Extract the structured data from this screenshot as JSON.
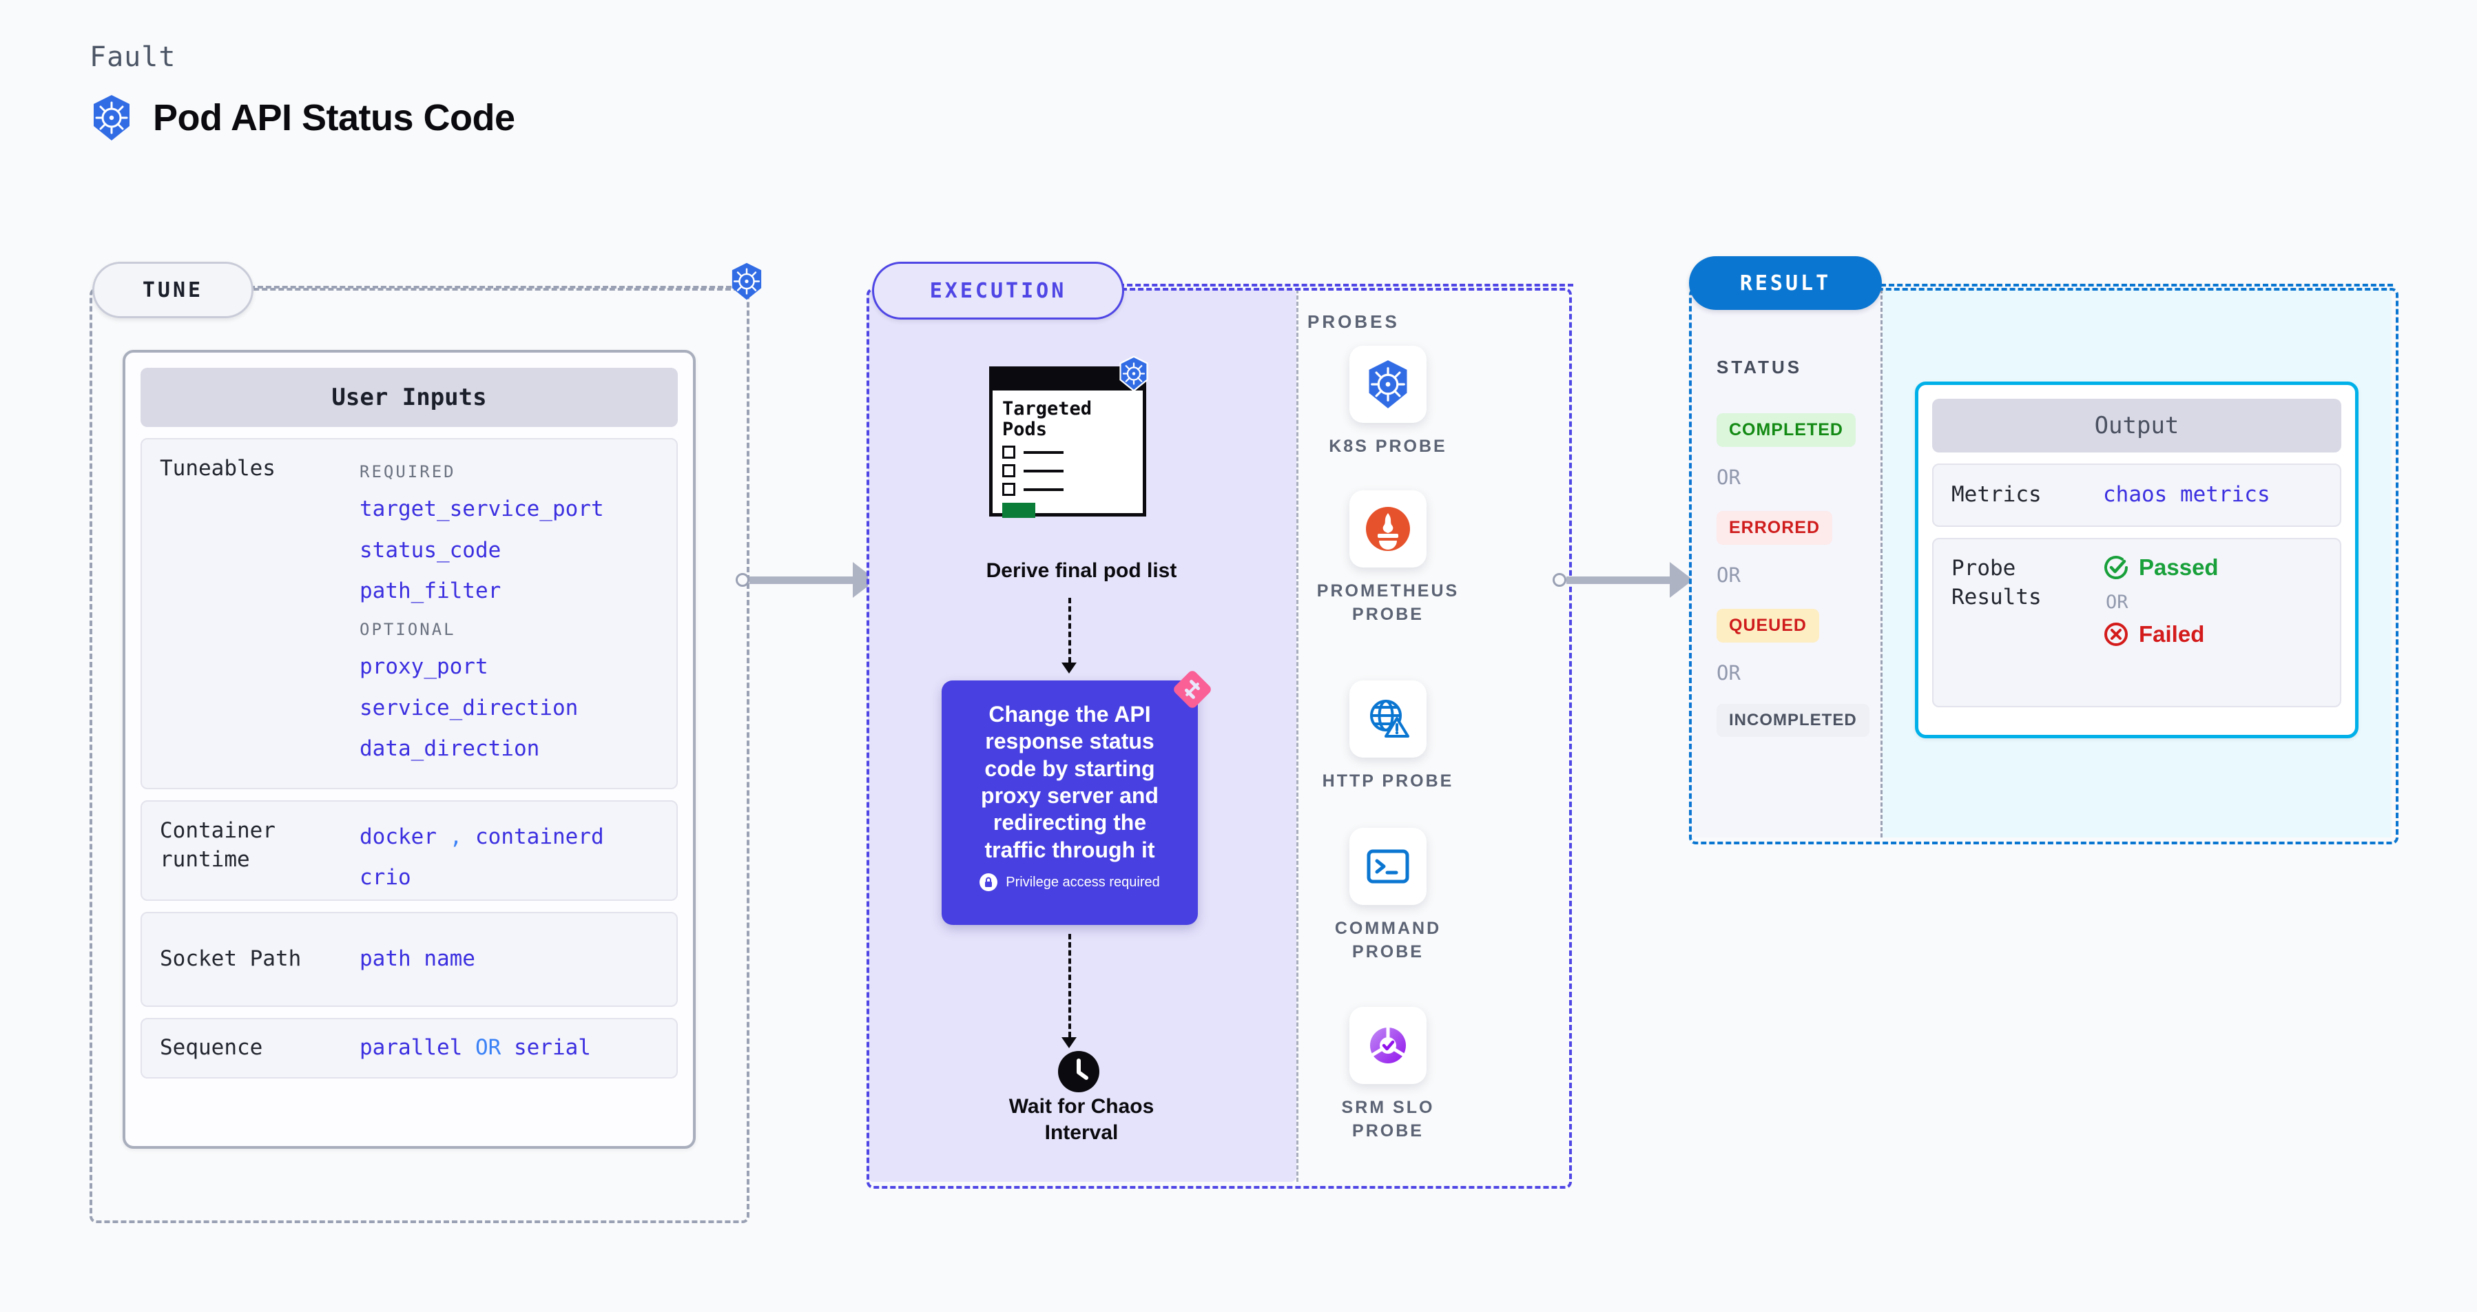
{
  "header": {
    "kicker": "Fault",
    "title": "Pod API Status Code",
    "logo_icon": "kubernetes-icon"
  },
  "stages": {
    "tune": {
      "label": "TUNE"
    },
    "execution": {
      "label": "EXECUTION"
    },
    "result": {
      "label": "RESULT"
    }
  },
  "tune": {
    "card_title": "User Inputs",
    "tuneables": {
      "label": "Tuneables",
      "required_label": "REQUIRED",
      "required": [
        "target_service_port",
        "status_code",
        "path_filter"
      ],
      "optional_label": "OPTIONAL",
      "optional": [
        "proxy_port",
        "service_direction",
        "data_direction"
      ]
    },
    "rows": [
      {
        "label": "Container runtime",
        "values": [
          "docker",
          "containerd",
          "crio"
        ],
        "separator": ","
      },
      {
        "label": "Socket Path",
        "values": [
          "path name"
        ]
      },
      {
        "label": "Sequence",
        "values": [
          "parallel",
          "serial"
        ],
        "separator": "OR"
      }
    ]
  },
  "execution": {
    "pods_card": {
      "title_line1": "Targeted",
      "title_line2": "Pods",
      "badge_icon": "kubernetes-icon"
    },
    "derive_label": "Derive final pod list",
    "action": {
      "text": "Change the API response status code by starting proxy server and redirecting the traffic through it",
      "privilege_note": "Privilege access required",
      "privilege_icon": "lock-icon",
      "ribbon_icon": "litmus-ribbon-icon",
      "color": "#4840e0"
    },
    "wait": {
      "label_line1": "Wait for Chaos",
      "label_line2": "Interval",
      "icon": "clock-icon"
    }
  },
  "probes": {
    "title": "PROBES",
    "items": [
      {
        "label_line1": "K8S PROBE",
        "label_line2": "",
        "icon": "kubernetes-icon"
      },
      {
        "label_line1": "PROMETHEUS",
        "label_line2": "PROBE",
        "icon": "prometheus-icon"
      },
      {
        "label_line1": "HTTP PROBE",
        "label_line2": "",
        "icon": "http-globe-warning-icon"
      },
      {
        "label_line1": "COMMAND",
        "label_line2": "PROBE",
        "icon": "terminal-icon"
      },
      {
        "label_line1": "SRM SLO",
        "label_line2": "PROBE",
        "icon": "srm-slo-icon"
      }
    ]
  },
  "result": {
    "status_title": "STATUS",
    "or_label": "OR",
    "statuses": [
      {
        "label": "COMPLETED",
        "bg": "#dcf6dc",
        "fg": "#138a13"
      },
      {
        "label": "ERRORED",
        "bg": "#fdeaea",
        "fg": "#cf1c1c"
      },
      {
        "label": "QUEUED",
        "bg": "#fdeec4",
        "fg": "#cf1c1c"
      },
      {
        "label": "INCOMPLETED",
        "bg": "#eef0f5",
        "fg": "#4b5160"
      }
    ],
    "output": {
      "card_title": "Output",
      "metrics_label": "Metrics",
      "metrics_value": "chaos metrics",
      "probe_results_label_line1": "Probe",
      "probe_results_label_line2": "Results",
      "passed_label": "Passed",
      "passed_icon": "check-circle-icon",
      "failed_label": "Failed",
      "failed_icon": "x-circle-icon",
      "or_label": "OR"
    }
  },
  "colors": {
    "accent_purple": "#4f46e5",
    "accent_blue": "#0b76d1",
    "value_blue": "#3b2fe0",
    "cyan": "#00b0e8"
  }
}
